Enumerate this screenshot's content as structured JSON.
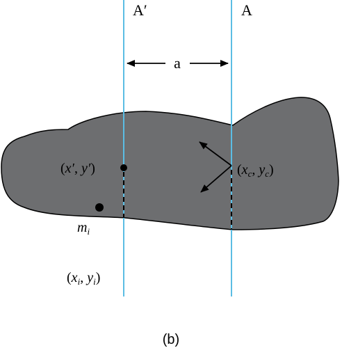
{
  "axes": {
    "a_prime_label": "A′",
    "a_label": "A"
  },
  "separation": {
    "label": "a"
  },
  "points": {
    "primed": {
      "open": "(",
      "x": "x′",
      "sep": ", ",
      "y": "y′",
      "close": ")"
    },
    "center": {
      "open": "(",
      "x": "x",
      "x_sub": "c",
      "sep": ", ",
      "y": "y",
      "y_sub": "c",
      "close": ")"
    },
    "mass": {
      "m": "m",
      "m_sub": "i"
    },
    "coords_i": {
      "open": "(",
      "x": "x",
      "x_sub": "i",
      "sep": ", ",
      "y": "y",
      "y_sub": "i",
      "close": ")"
    }
  },
  "caption": "(b)",
  "colors": {
    "body_fill": "#6d6e70",
    "body_stroke": "#000000",
    "axis_line": "#5bbde4",
    "ink": "#000000"
  }
}
